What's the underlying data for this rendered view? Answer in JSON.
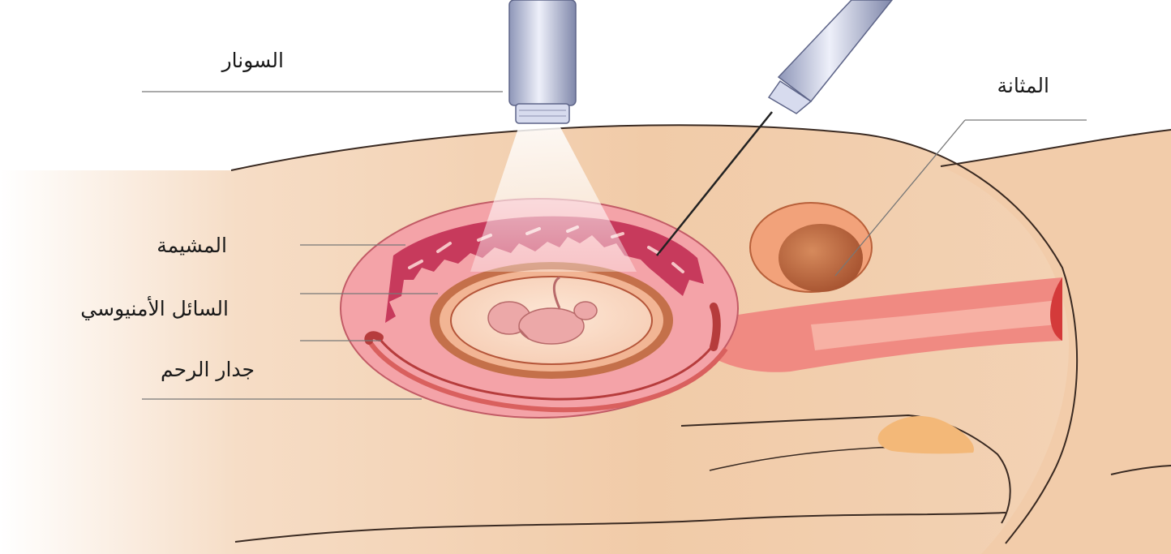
{
  "labels": {
    "sonar": "السونار",
    "bladder": "المثانة",
    "chorion": "المشيمة",
    "amniotic_fluid": "السائل الأمنيوسي",
    "uterine_wall": "جدار الرحم"
  },
  "colors": {
    "skin": "#f3cfae",
    "skin_dark": "#e8b48c",
    "uterus": "#f4a3a8",
    "placenta": "#c73a5c",
    "amniotic_ring": "#c4704a",
    "fetus": "#eca8a8",
    "bladder": "#b8603a",
    "probe": "#c9cfe6",
    "leader_line": "#777777"
  }
}
